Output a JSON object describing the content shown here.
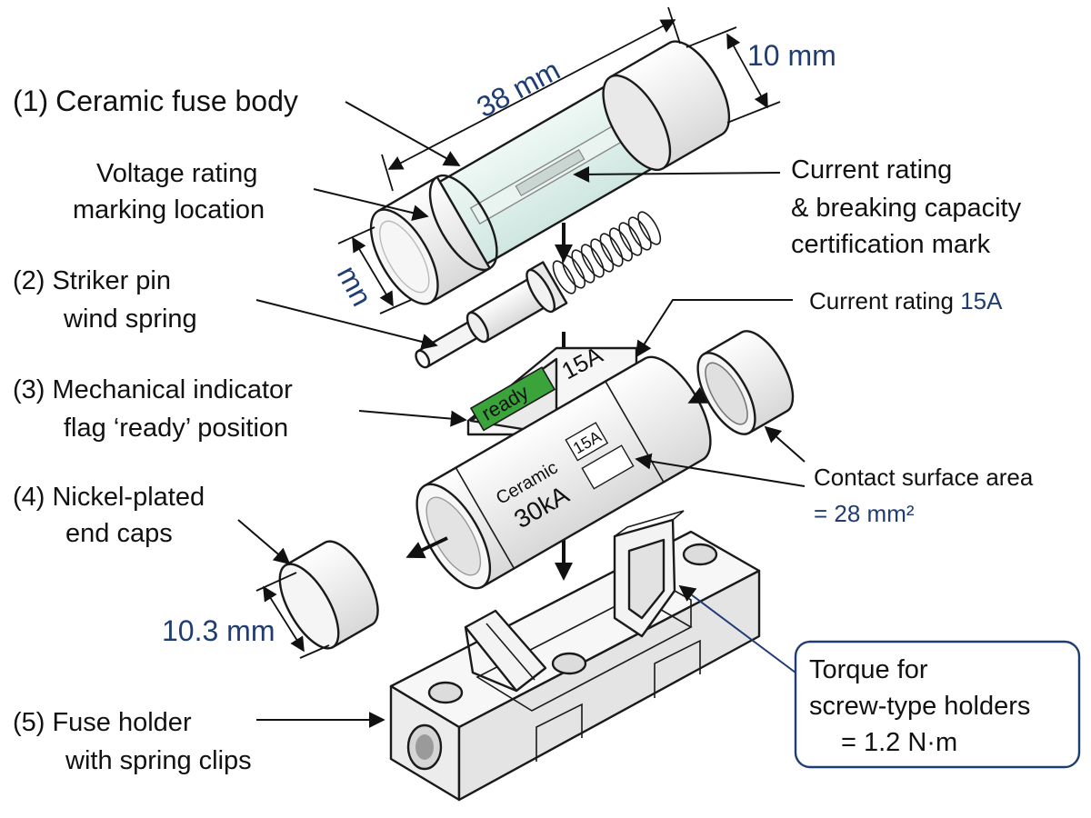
{
  "colors": {
    "accent_blue": "#1f3d73",
    "flag_green": "#3aa33a",
    "glass_tint": "#dff0ec",
    "part_fill": "#f3f3f3",
    "outline": "#1a1a1a"
  },
  "labels": {
    "ceramic_body": {
      "num": "(1)",
      "text": "Ceramic fuse body"
    },
    "voltage_rating": {
      "line1": "Voltage rating",
      "line2": "marking location"
    },
    "striker": {
      "num": "(2)",
      "line1": "Striker pin",
      "line2": "wind spring"
    },
    "indicator": {
      "num": "(3)",
      "line1": "Mechanical indicator",
      "line2": "flag ‘ready’ position"
    },
    "end_caps": {
      "num": "(4)",
      "line1": "Nickel-plated",
      "line2": "end caps"
    },
    "holder": {
      "num": "(5)",
      "line1": "Fuse holder",
      "line2": "with spring clips"
    },
    "current_cert": {
      "line1": "Current rating",
      "line2": "& breaking capacity",
      "line3": "certification mark"
    },
    "current_rating": {
      "prefix": "Current rating ",
      "value": "15A"
    },
    "contact_area": {
      "line1": "Contact surface area",
      "line2": "= 28 mm²"
    },
    "torque": {
      "line1": "Torque for",
      "line2": "screw-type holders",
      "line3": "= 1.2 N·m"
    }
  },
  "dimensions": {
    "length": "38 mm",
    "diameter": "10 mm",
    "side": "mn",
    "cap_diameter": "10.3 mm"
  },
  "part_markings": {
    "flag_ready": "ready",
    "flag_rating": "15A",
    "body_material": "Ceramic",
    "body_rating": "15A",
    "body_breaking": "30kA"
  }
}
